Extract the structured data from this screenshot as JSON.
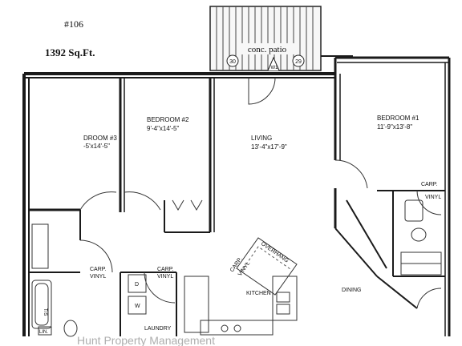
{
  "unit": {
    "number": "#106",
    "area": "1392 Sq.Ft."
  },
  "patio": {
    "label": "conc. patio",
    "dim_left": "30",
    "dim_right": "29",
    "code": "W1"
  },
  "rooms": {
    "bedroom3": {
      "name": "DROOM #3",
      "dims": "-5'x14'-5\""
    },
    "bedroom2": {
      "name": "BEDROOM #2",
      "dims": "9'-4\"x14'-5\""
    },
    "living": {
      "name": "LIVING",
      "dims": "13'-4\"x17'-9\""
    },
    "bedroom1": {
      "name": "BEDROOM #1",
      "dims": "11'-9\"x13'-8\""
    },
    "kitchen": {
      "name": "KITCHEN"
    },
    "dining": {
      "name": "DINING"
    },
    "laundry": {
      "name": "LAUNDRY"
    }
  },
  "flooring": {
    "carp_vinyl_left": "CARP.\nVINYL",
    "carp_vinyl_mid": "CARP.\nVINYL",
    "carp_right": "CARP.",
    "vinyl_right": "VINYL",
    "carp_kitchen": "CARP.",
    "vinyl_kitchen": "VINYL"
  },
  "labels": {
    "overhang": "OVERHANG",
    "lin": "LIN.",
    "d": "D",
    "w": "W",
    "tub": "T/S"
  },
  "watermark": "Hunt Property Management"
}
